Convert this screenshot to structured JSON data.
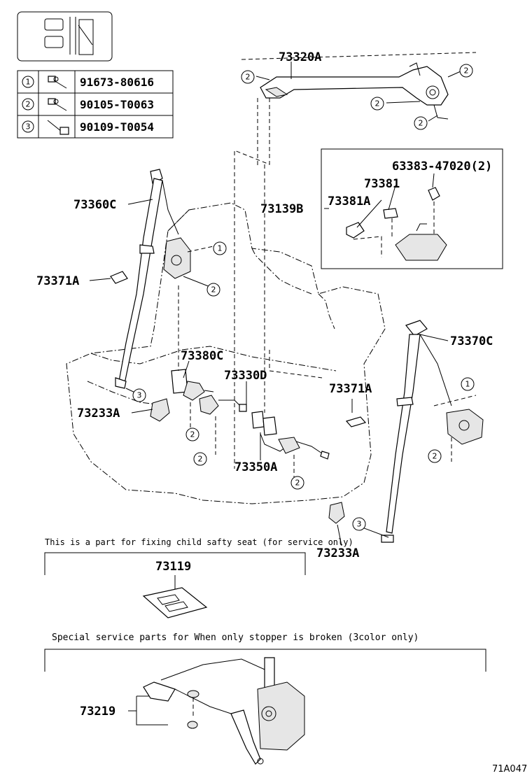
{
  "header_icon": "seat-location-icon",
  "fastener_table": [
    {
      "index": "1",
      "part_no": "91673-80616",
      "icon": "bolt-icon"
    },
    {
      "index": "2",
      "part_no": "90105-T0063",
      "icon": "bolt-icon"
    },
    {
      "index": "3",
      "part_no": "90109-T0054",
      "icon": "bolt-icon"
    }
  ],
  "callouts": {
    "p73320A": "73320A",
    "p63383": "63383-47020(2)",
    "p73381": "73381",
    "p73381A_box": "73381A",
    "p73139B": "73139B",
    "p73360C": "73360C",
    "p73371A_left": "73371A",
    "p73370C": "73370C",
    "p73380C": "73380C",
    "p73330D": "73330D",
    "p73371A_right": "73371A",
    "p73233A_left": "73233A",
    "p73350A": "73350A",
    "p73233A_right": "73233A",
    "p73119": "73119",
    "p73219": "73219"
  },
  "fastener_refs": {
    "r1": "1",
    "r2": "2",
    "r3": "3"
  },
  "notes": {
    "child_seat_note": "This is a part for fixing child safty seat (for service only)",
    "special_parts_note": "Special  service  parts  for  When  only  stopper  is  broken  (3color  only)"
  },
  "figure_code": "71A047"
}
